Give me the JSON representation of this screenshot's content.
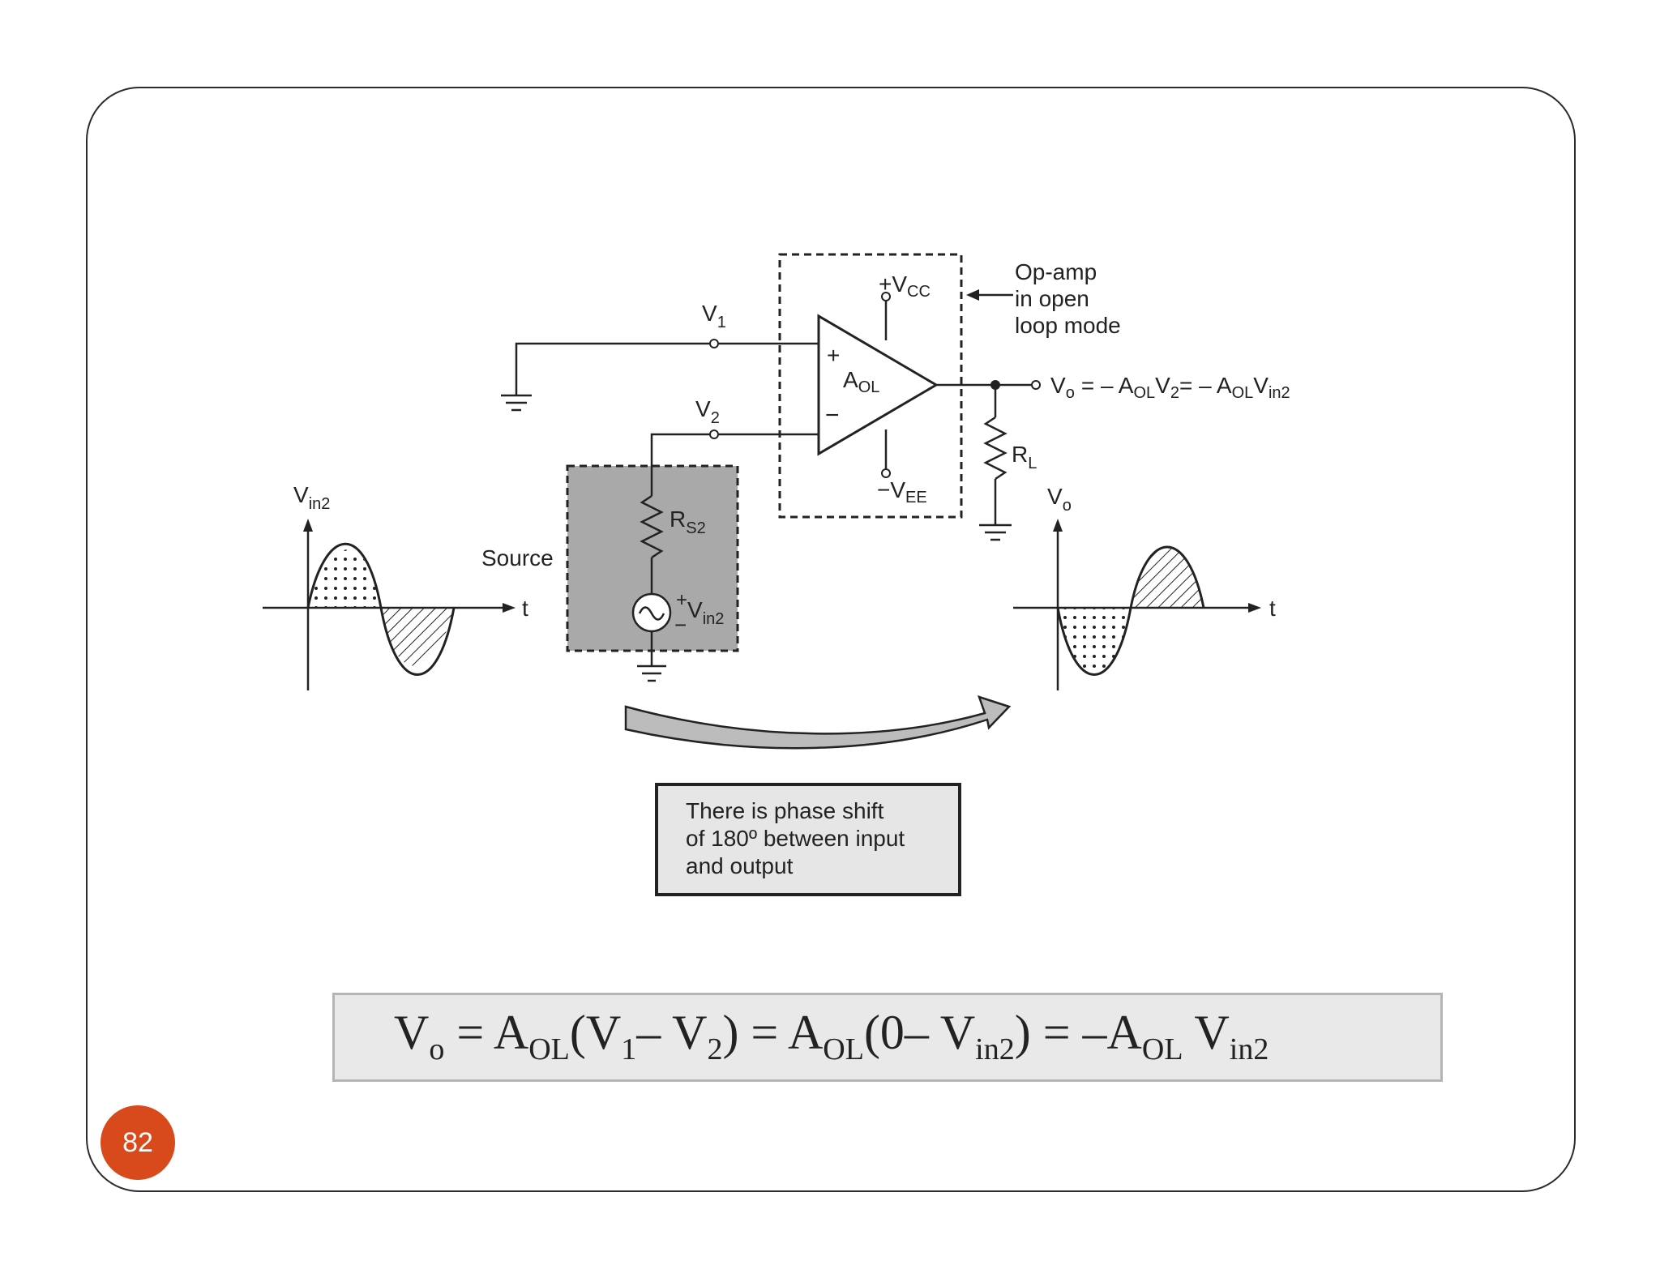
{
  "diagram": {
    "labels": {
      "opamp_note": [
        "Op-amp",
        "in open",
        "loop mode"
      ],
      "v1": "V",
      "v1_sub": "1",
      "v2": "V",
      "v2_sub": "2",
      "vcc_sign": "+V",
      "vcc_sub": "CC",
      "vee_sign": "−V",
      "vee_sub": "EE",
      "plus": "+",
      "minus": "−",
      "aol": "A",
      "aol_sub": "OL",
      "rl": "R",
      "rl_sub": "L",
      "rs2": "R",
      "rs2_sub": "S2",
      "source": "Source",
      "src_plus": "+",
      "src_minus": "−",
      "vin2_src": "V",
      "vin2_src_sub": "in2",
      "vin2_axis": "V",
      "vin2_axis_sub": "in2",
      "vo_axis": "V",
      "vo_axis_sub": "o",
      "t_left": "t",
      "t_right": "t",
      "output_expr": "= – A",
      "output_expr_sub": "OL",
      "output_v2": "V",
      "output_v2_sub": "2",
      "output_eq2": "= – A",
      "output_eq2_sub": "OL",
      "output_vin": "V",
      "output_vin_sub": "in2",
      "vo_out": "V",
      "vo_out_sub": "o"
    },
    "note_box": [
      "There is phase shift",
      "of 180º between input",
      "and output"
    ]
  },
  "formula": {
    "vo": "V",
    "vo_sub": "o",
    "eq1": " = ",
    "a1": "A",
    "a1_sub": "OL",
    "paren1": "(V",
    "v1_sub": "1",
    "minus1": "– V",
    "v2_sub": "2",
    "close1": ") = A",
    "a2_sub": "OL",
    "paren2": "(0– V",
    "vin_sub": "in2",
    "close2": ") = –A",
    "a3_sub": "OL",
    "vlast": " V",
    "vlast_sub": "in2"
  },
  "page_number": "82",
  "colors": {
    "badge": "#d84a1b",
    "source_fill": "#a9a9a9",
    "note_fill": "#e6e6e6",
    "arrow_fill": "#bcbcbc"
  }
}
